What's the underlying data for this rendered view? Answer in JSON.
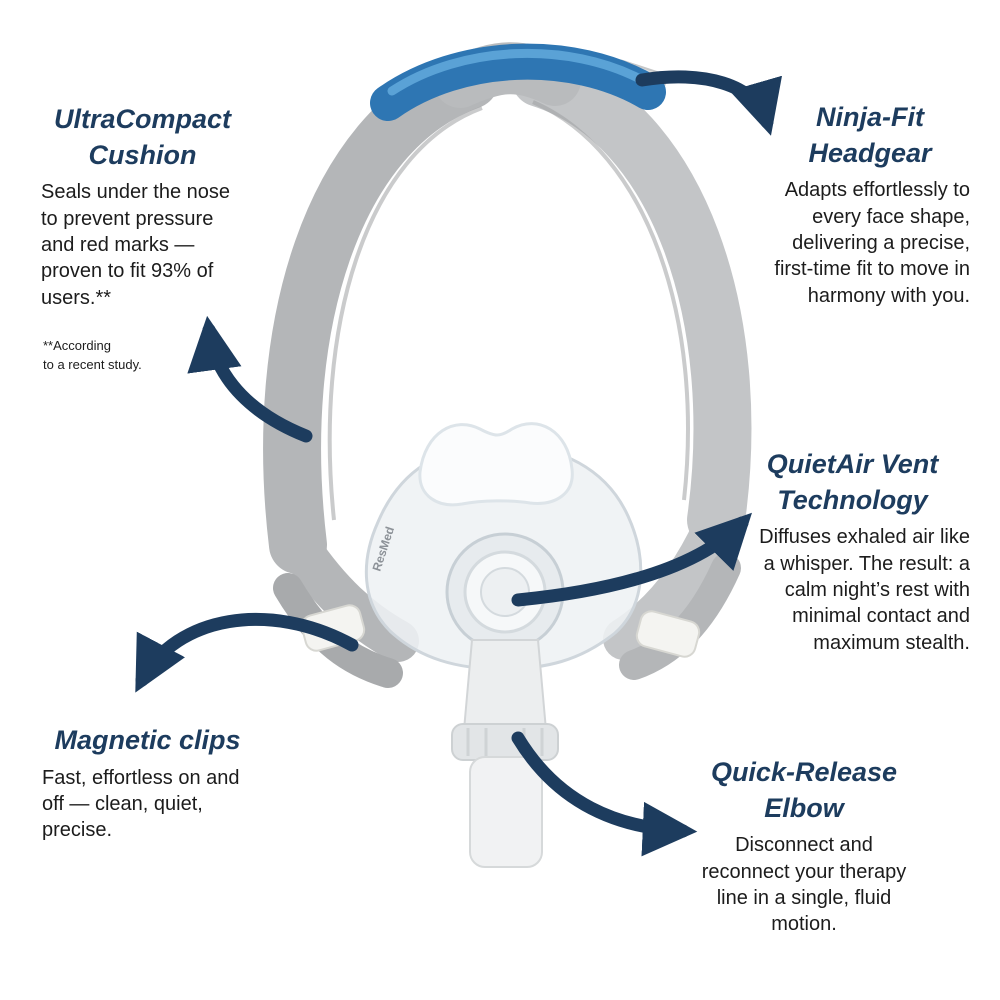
{
  "page": {
    "background": "#ffffff"
  },
  "colors": {
    "accent_navy": "#1d3c5e",
    "body_text": "#1c1c1c",
    "strap_blue": "#2e76b3",
    "strap_blue_highlight": "#5aa2d6",
    "strap_gray": "#b4b6b8",
    "mask_clear": "#eef1f4"
  },
  "product": {
    "brand": "ResMed"
  },
  "callouts": {
    "ultracompact_cushion": {
      "title": "UltraCompact\nCushion",
      "body": "Seals under the nose to prevent pressure and red marks — proven to fit 93% of users.**",
      "footnote": "**According\nto a recent study."
    },
    "ninja_fit_headgear": {
      "title": "Ninja-Fit\nHeadgear",
      "body": "Adapts effortlessly to every face shape, delivering a precise, first-time fit to move in harmony with you."
    },
    "quietair_vent": {
      "title": "QuietAir Vent\nTechnology",
      "body": "Diffuses exhaled air like a whisper. The result: a calm night’s rest with minimal contact and maximum stealth."
    },
    "magnetic_clips": {
      "title": "Magnetic clips",
      "body": "Fast, effortless on and off — clean, quiet, precise."
    },
    "quick_release_elbow": {
      "title": "Quick-Release\nElbow",
      "body": "Disconnect and reconnect your therapy line in a single, fluid motion."
    }
  }
}
